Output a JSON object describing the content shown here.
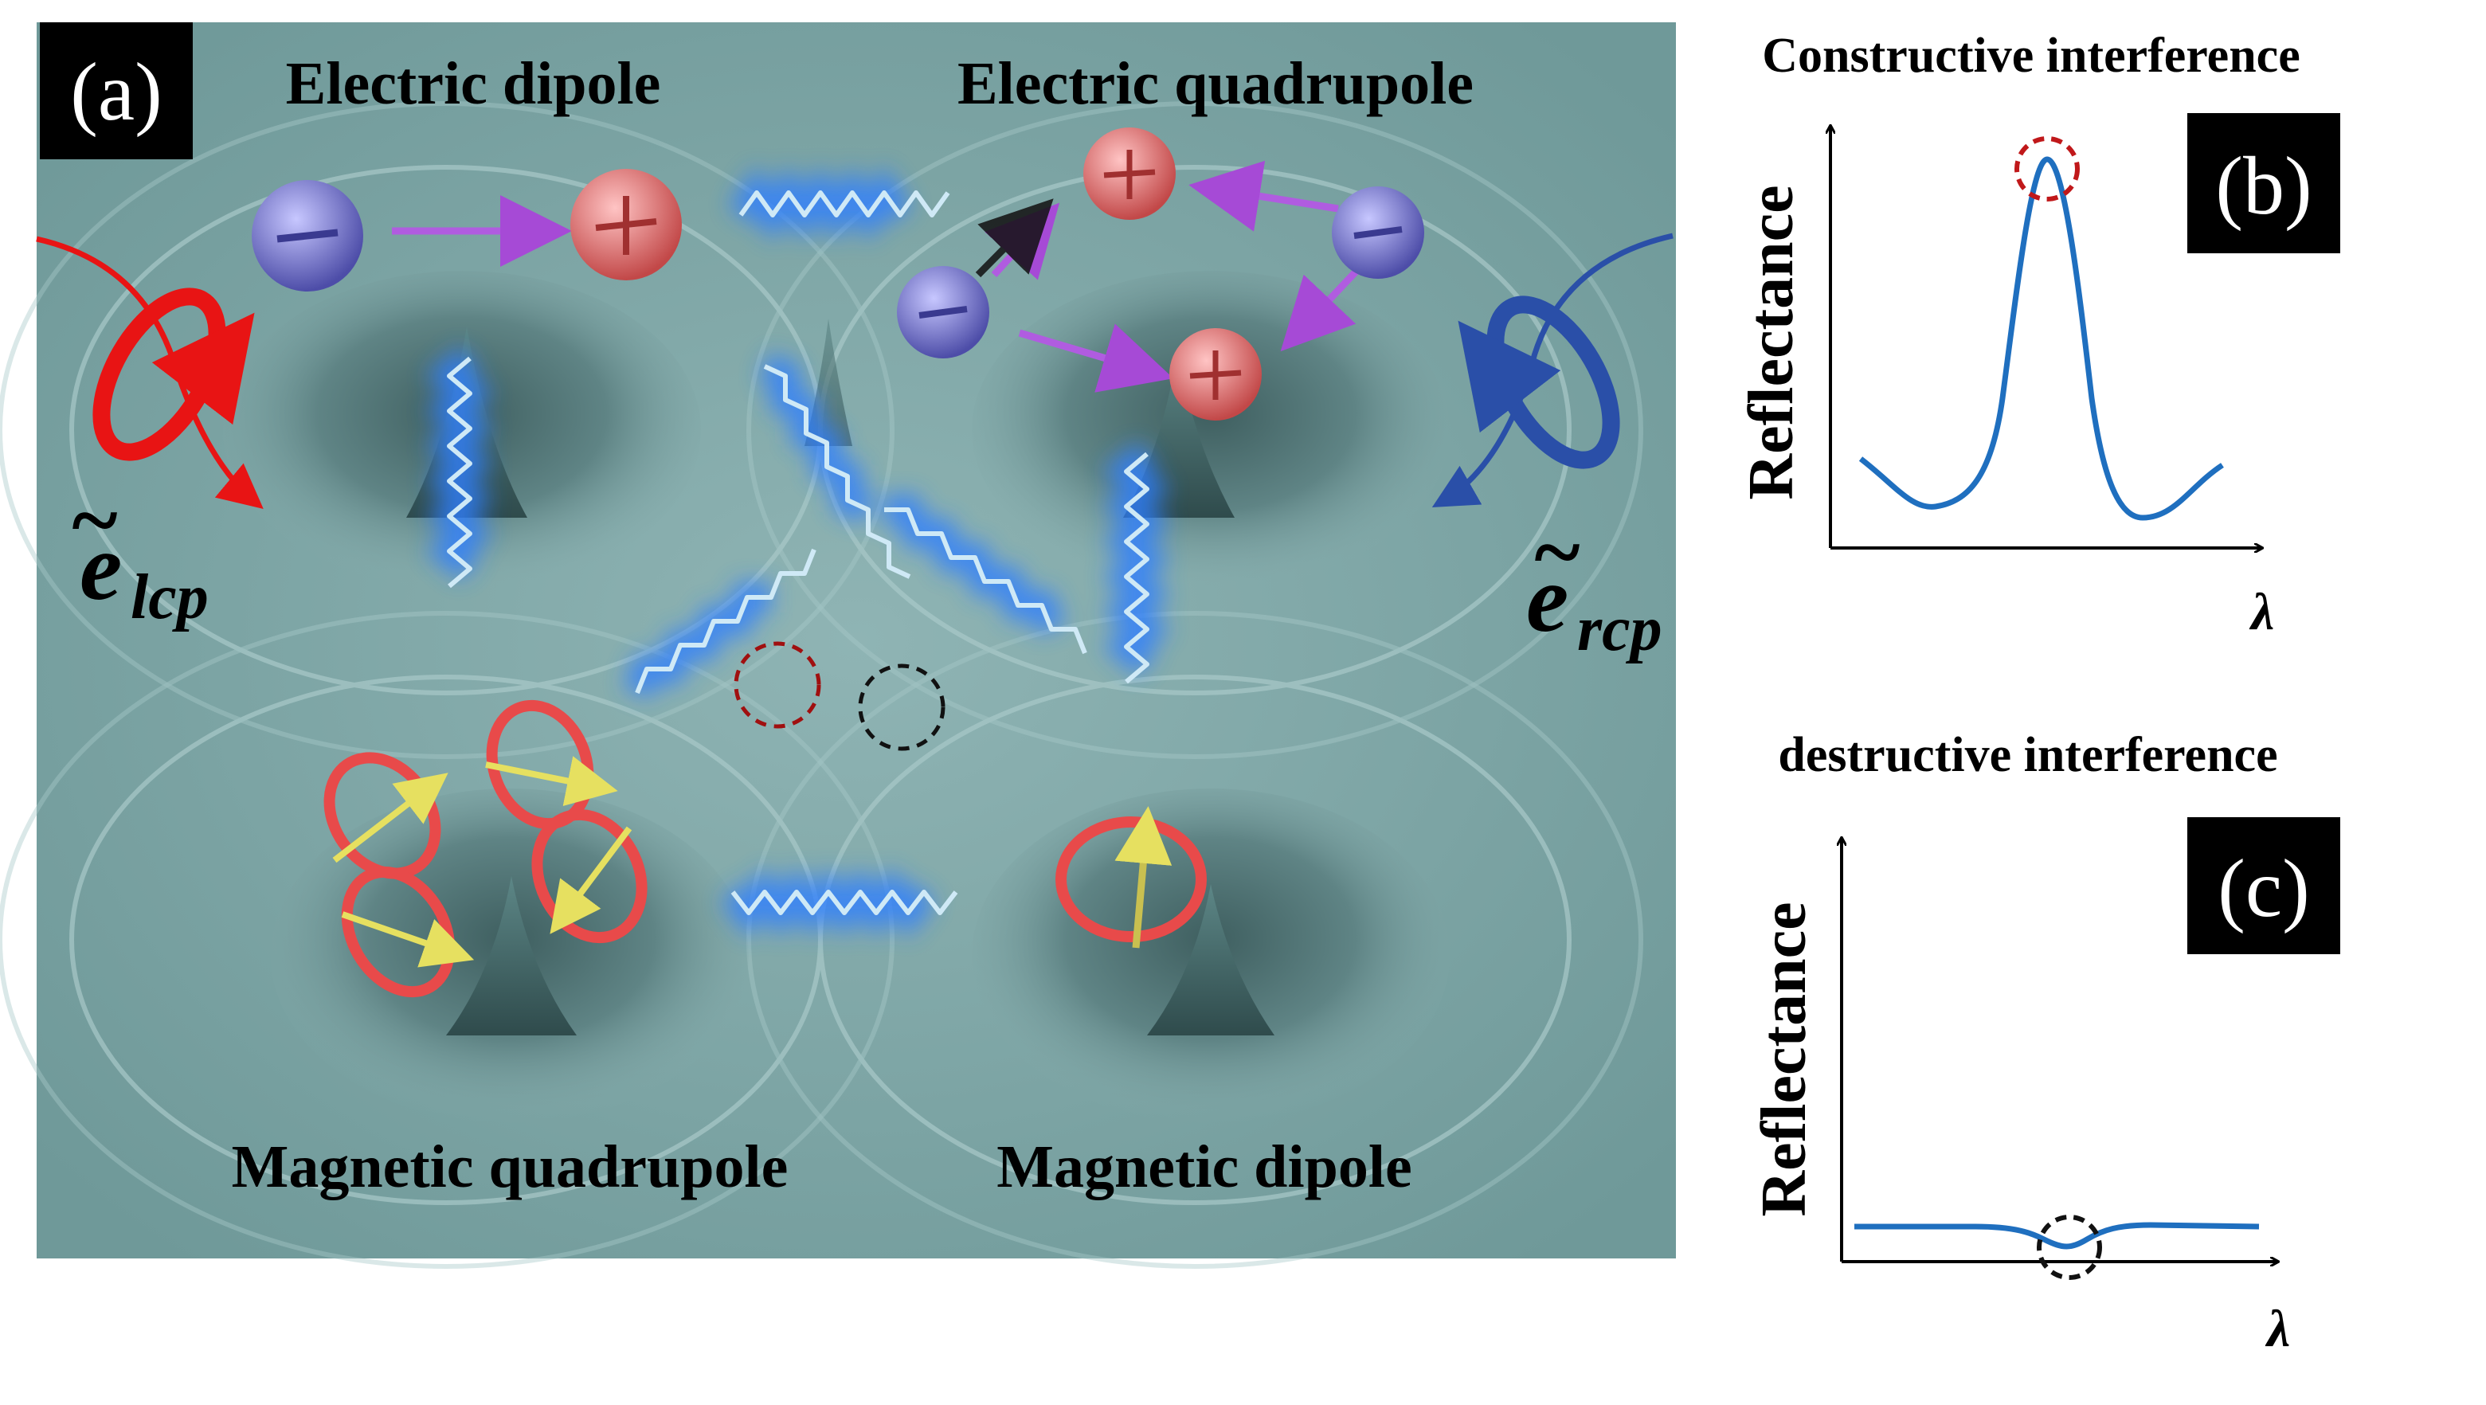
{
  "panel_a": {
    "tag": "(a)",
    "labels": {
      "electric_dipole": "Electric dipole",
      "electric_quadrupole": "Electric quadrupole",
      "magnetic_quadrupole": "Magnetic quadrupole",
      "magnetic_dipole": "Magnetic dipole"
    },
    "lcp": {
      "base": "e",
      "sub": "lcp",
      "accent": "~"
    },
    "rcp": {
      "base": "e",
      "sub": "rcp",
      "accent": "~"
    },
    "colors": {
      "surface": "#7fa6a6",
      "positive_charge": "#e07070",
      "negative_charge": "#7878c8",
      "dipole_arrow": "#b05ce0",
      "wave": "#c9e6f5",
      "wave_glow": "#2f7fff",
      "current_loop": "#e84a4a",
      "moment_arrow": "#e8e070",
      "lcp_beam": "#e81414",
      "rcp_beam": "#2a4fa8"
    }
  },
  "panel_b": {
    "tag": "(b)",
    "title": "Constructive interference",
    "ylabel": "Reflectance",
    "xlabel": "λ",
    "marker_color": "#c0181a"
  },
  "panel_c": {
    "tag": "(c)",
    "title": "destructive interference",
    "ylabel": "Reflectance",
    "xlabel": "λ",
    "marker_color": "#111111"
  },
  "curve_color": "#1f6fbf"
}
